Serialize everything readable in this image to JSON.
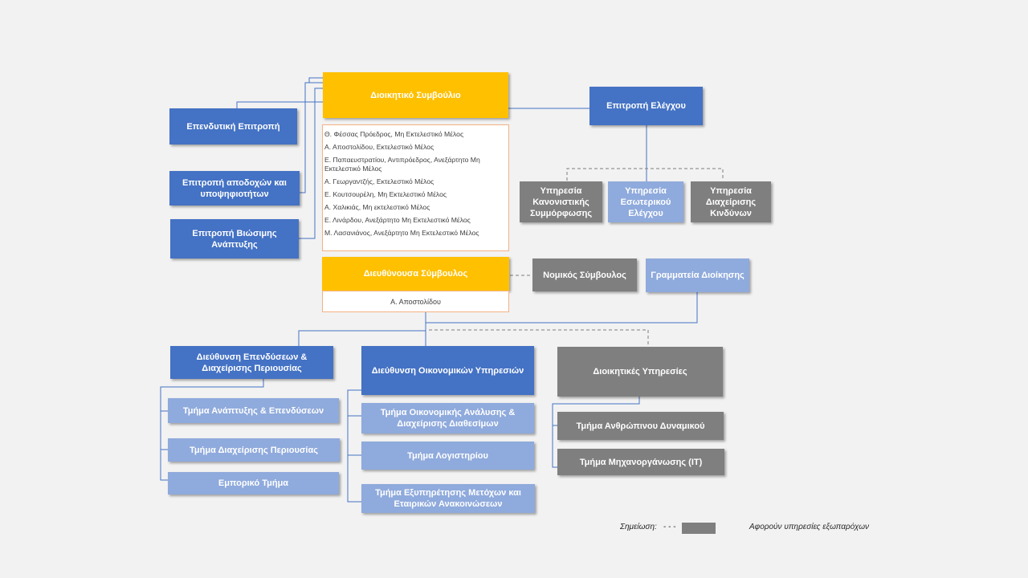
{
  "board": {
    "title": "Διοικητικό Συμβούλιο",
    "members": [
      "Θ. Φέσσας Πρόεδρος, Μη Εκτελεστικό Μέλος",
      "Α. Αποστολίδου, Εκτελεστικό Μέλος",
      "Ε. Παπαευστρατίου, Αντιπρόεδρος, Ανεξάρτητο Μη Εκτελεστικό Μέλος",
      "Α. Γεωργαντζής, Εκτελεστικό Μέλος",
      "Ε. Κουτσουρέλη, Μη Εκτελεστικό Μέλος",
      "Α. Χαλικιάς, Μη εκτελεστικό Μέλος",
      "Ε. Λινάρδου, Ανεξάρτητο Μη Εκτελεστικό Μέλος",
      "Μ. Λασανιάνος, Ανεξάρτητο Μη Εκτελεστικό Μέλος"
    ]
  },
  "committees": {
    "investment": "Επενδυτική Επιτροπή",
    "remuneration": "Επιτροπή αποδοχών και υποψηφιοτήτων",
    "sustainability": "Επιτροπή Βιώσιμης Ανάπτυξης",
    "audit": "Επιτροπή Ελέγχου"
  },
  "audit_services": {
    "compliance": "Υπηρεσία Κανονιστικής Συμμόρφωσης",
    "internal_audit": "Υπηρεσία Εσωτερικού Ελέγχου",
    "risk": "Υπηρεσία Διαχείρισης Κινδύνων"
  },
  "ceo": {
    "title": "Διευθύνουσα Σύμβουλος",
    "name": "Α. Αποστολίδου"
  },
  "legal": "Νομικός Σύμβουλος",
  "secretariat": "Γραμματεία Διοίκησης",
  "divisions": {
    "investments": {
      "title": "Διεύθυνση Επενδύσεων & Διαχείρισης Περιουσίας",
      "units": [
        "Τμήμα Ανάπτυξης & Επενδύσεων",
        "Τμήμα Διαχείρισης Περιουσίας",
        "Εμπορικό Τμήμα"
      ]
    },
    "finance": {
      "title": "Διεύθυνση Οικονομικών Υπηρεσιών",
      "units": [
        "Τμήμα Οικονομικής Ανάλυσης & Διαχείρισης Διαθεσίμων",
        "Τμήμα Λογιστηρίου",
        "Τμήμα Εξυπηρέτησης Μετόχων και Εταιρικών Ανακοινώσεων"
      ]
    },
    "admin": {
      "title": "Διοικητικές Υπηρεσίες",
      "units": [
        "Τμήμα Ανθρώπινου Δυναμικού",
        "Τμήμα Μηχανοργάνωσης (ΙΤ)"
      ]
    }
  },
  "legend": {
    "label": "Σημείωση:",
    "dashes": "- - -",
    "text": "Αφορούν υπηρεσίες εξωπαρόχων"
  },
  "colors": {
    "blue": "#4472c4",
    "light_blue": "#8faadc",
    "gold": "#ffc000",
    "grey": "#7f7f7f"
  }
}
